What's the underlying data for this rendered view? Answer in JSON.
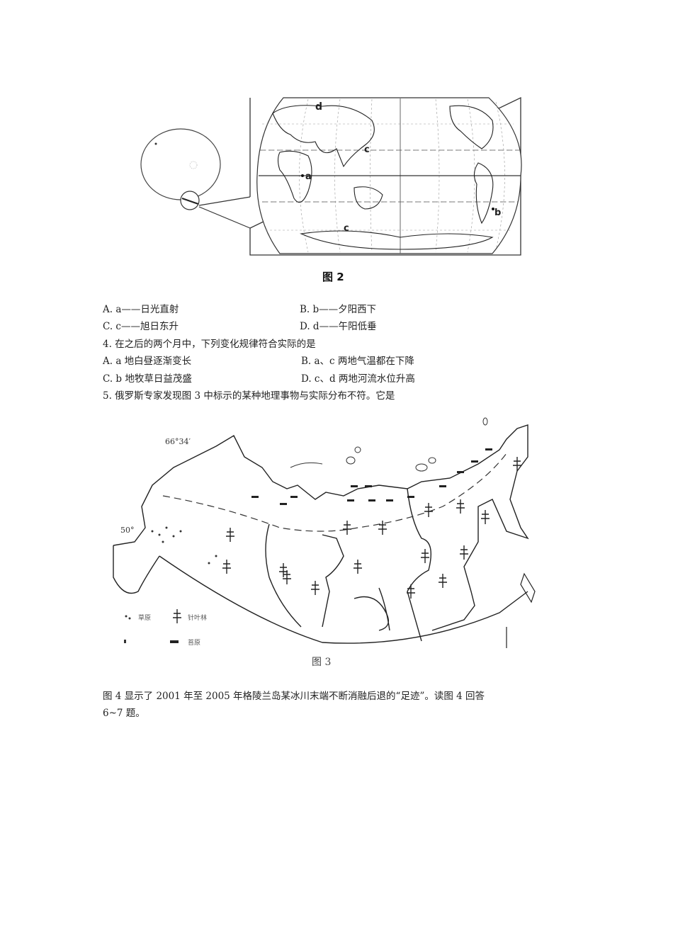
{
  "figure2": {
    "caption": "图 2",
    "map_labels": {
      "a": "a",
      "b": "b",
      "c_north": "c",
      "c_south": "c",
      "d": "d"
    }
  },
  "question3_options": [
    {
      "label": "A. a——日光直射"
    },
    {
      "label": "B. b——夕阳西下"
    },
    {
      "label": "C. c——旭日东升"
    },
    {
      "label": "D. d——午阳低垂"
    }
  ],
  "question4": {
    "stem": "4. 在之后的两个月中，下列变化规律符合实际的是",
    "options": [
      {
        "label": "A. a 地白昼逐渐变长"
      },
      {
        "label": "B. a、c 两地气温都在下降"
      },
      {
        "label": "C. b 地牧草日益茂盛"
      },
      {
        "label": "D. c、d 两地河流水位升高"
      }
    ]
  },
  "question5": {
    "stem": "5. 俄罗斯专家发现图 3 中标示的某种地理事物与实际分布不符。它是"
  },
  "figure3": {
    "caption": "图 3",
    "labels": {
      "lat_66": "66°34′",
      "lat_50": "50°"
    },
    "legend": [
      {
        "symbol": "tree-icon",
        "text": "针叶林"
      },
      {
        "symbol": "tundra-icon",
        "text": "苔原"
      },
      {
        "symbol": "grass-icon",
        "text": "草原"
      }
    ]
  },
  "paragraph": {
    "line1": "图 4 显示了 2001 年至 2005 年格陵兰岛某冰川末端不断消融后退的“足迹”。读图 4 回答",
    "line2": "6~7 题。"
  }
}
